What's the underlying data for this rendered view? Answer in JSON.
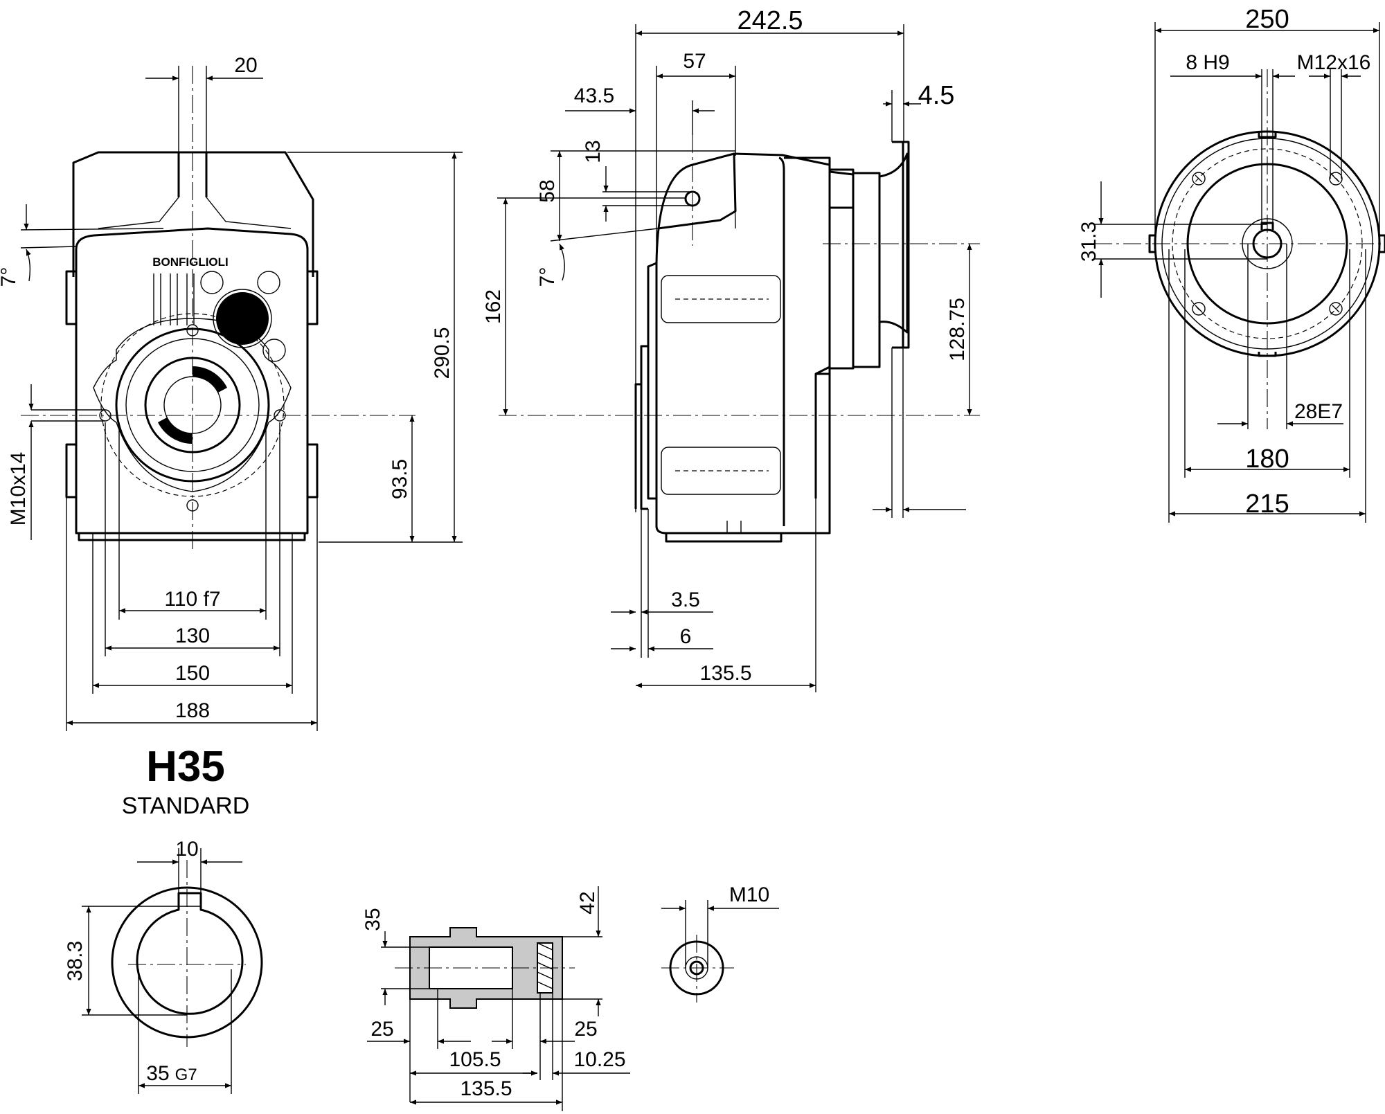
{
  "brand": "BONFIGLIOLI",
  "model": {
    "name": "H35",
    "variant": "STANDARD"
  },
  "front_view": {
    "dims": {
      "key": "20",
      "height": "290.5",
      "shaft_height": "93.5",
      "angle": "7°",
      "thread": "M10x14",
      "w_110": "110 f7",
      "w_130": "130",
      "w_150": "150",
      "w_188": "188"
    }
  },
  "side_view": {
    "dims": {
      "len_242": "242.5",
      "len_57": "57",
      "len_43": "43.5",
      "len_13": "13",
      "len_58": "58",
      "len_162": "162",
      "angle": "7°",
      "flange": "4.5",
      "h_128": "128.75",
      "len_3_5": "3.5",
      "len_6": "6",
      "len_135": "135.5"
    }
  },
  "flange_view": {
    "dims": {
      "d_250": "250",
      "key": "8 H9",
      "thread": "M12x16",
      "h_31": "31.3",
      "bore": "28E7",
      "d_180": "180",
      "d_215": "215"
    }
  },
  "bore_detail": {
    "dims": {
      "key": "10",
      "height": "38.3",
      "bore": "35",
      "fit": "G7"
    }
  },
  "shaft_detail": {
    "dims": {
      "d_35": "35",
      "d_42": "42",
      "l_25a": "25",
      "l_25b": "25",
      "l_105": "105.5",
      "l_10": "10.25",
      "l_135": "135.5"
    }
  },
  "thread_detail": {
    "dims": {
      "thread": "M10"
    }
  }
}
